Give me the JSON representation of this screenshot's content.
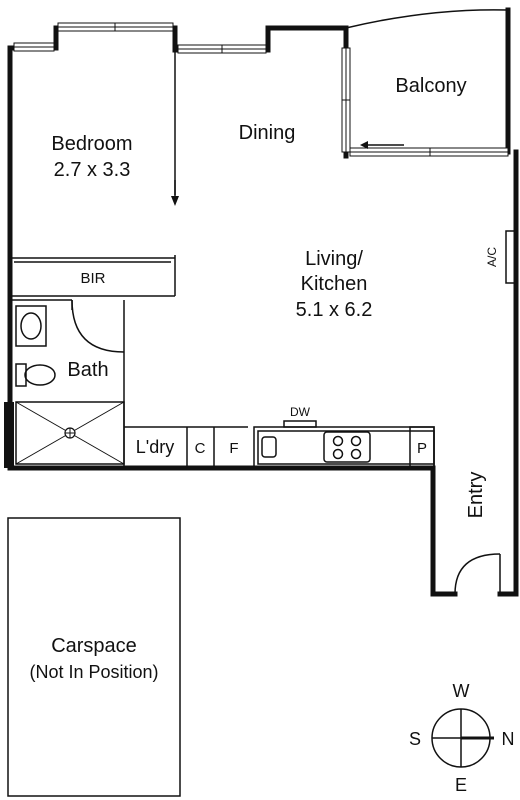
{
  "rooms": {
    "bedroom": {
      "name": "Bedroom",
      "size": "2.7 x 3.3"
    },
    "dining": {
      "name": "Dining"
    },
    "balcony": {
      "name": "Balcony"
    },
    "living": {
      "name_line1": "Living/",
      "name_line2": "Kitchen",
      "size": "5.1 x 6.2"
    },
    "bir": {
      "name": "BIR"
    },
    "bath": {
      "name": "Bath"
    },
    "laundry": {
      "name": "L'dry"
    },
    "entry": {
      "name": "Entry"
    },
    "carspace": {
      "name": "Carspace",
      "note": "(Not In Position)"
    }
  },
  "fixtures": {
    "ac": "A/C",
    "dw": "DW",
    "cupboard": "C",
    "fridge": "F",
    "pantry": "P"
  },
  "compass": {
    "north": "N",
    "south": "S",
    "east": "E",
    "west": "W"
  }
}
